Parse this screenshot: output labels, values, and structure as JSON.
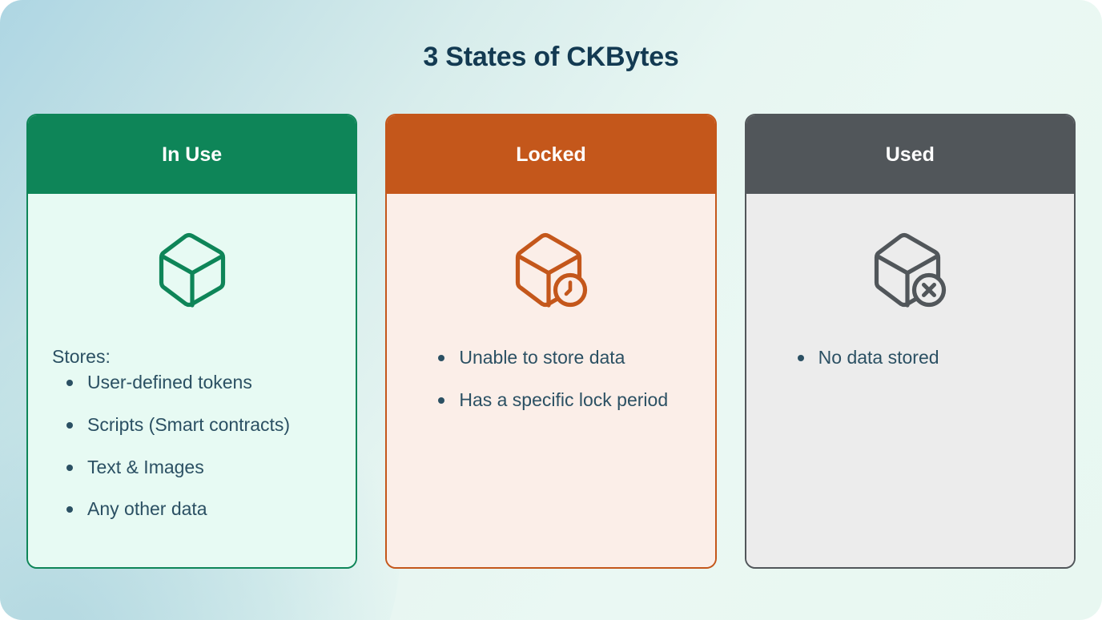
{
  "title": "3 States of CKBytes",
  "theme": {
    "title_color": "#133a52",
    "text_color": "#2b5063",
    "bg_gradient_from": "#aed6e3",
    "bg_gradient_to": "#e8f7f1"
  },
  "cards": [
    {
      "id": "in-use",
      "header": "In Use",
      "accent": "#0e8558",
      "body_bg": "#e7faf3",
      "icon": "cube-icon",
      "intro": "Stores:",
      "items": [
        "User-defined tokens",
        "Scripts (Smart contracts)",
        "Text & Images",
        "Any other data"
      ]
    },
    {
      "id": "locked",
      "header": "Locked",
      "accent": "#c4571b",
      "body_bg": "#fbeee8",
      "icon": "cube-clock-icon",
      "intro": "",
      "items": [
        "Unable to store data",
        "Has a specific lock period"
      ]
    },
    {
      "id": "used",
      "header": "Used",
      "accent": "#51565a",
      "body_bg": "#ececec",
      "icon": "cube-x-icon",
      "intro": "",
      "items": [
        "No data stored"
      ]
    }
  ]
}
